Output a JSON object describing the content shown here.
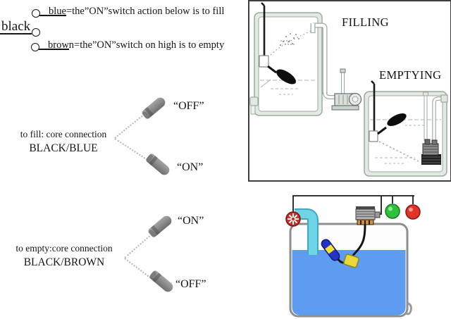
{
  "schematic": {
    "common_label": "black",
    "blue_branch": "blue=the”ON”switch action below is to fill",
    "brown_branch": "brown=the”ON”switch on high is to empty"
  },
  "fill_connection": {
    "caption_line1": "to fill: core connection",
    "caption_line2": "BLACK/BLUE",
    "upper_state": "“OFF”",
    "lower_state": "“ON”"
  },
  "empty_connection": {
    "caption_line1": "to empty:core connection",
    "caption_line2": "BLACK/BROWN",
    "upper_state": "“ON”",
    "lower_state": "“OFF”"
  },
  "tank_panel": {
    "filling_label": "FILLING",
    "emptying_label": "EMPTYING"
  },
  "colors": {
    "water_blue": "#5e9cf2",
    "pipe_cyan": "#6fd4e6",
    "pipe_edge": "#3fa9c2",
    "valve_red": "#c8302a",
    "indicator_green": "#2fc13d",
    "indicator_red": "#e03428",
    "float_blue": "#2433c8",
    "float_band_yellow": "#f2e431",
    "counterweight_yellow": "#ead83a",
    "device_orange": "#d78f2b"
  }
}
